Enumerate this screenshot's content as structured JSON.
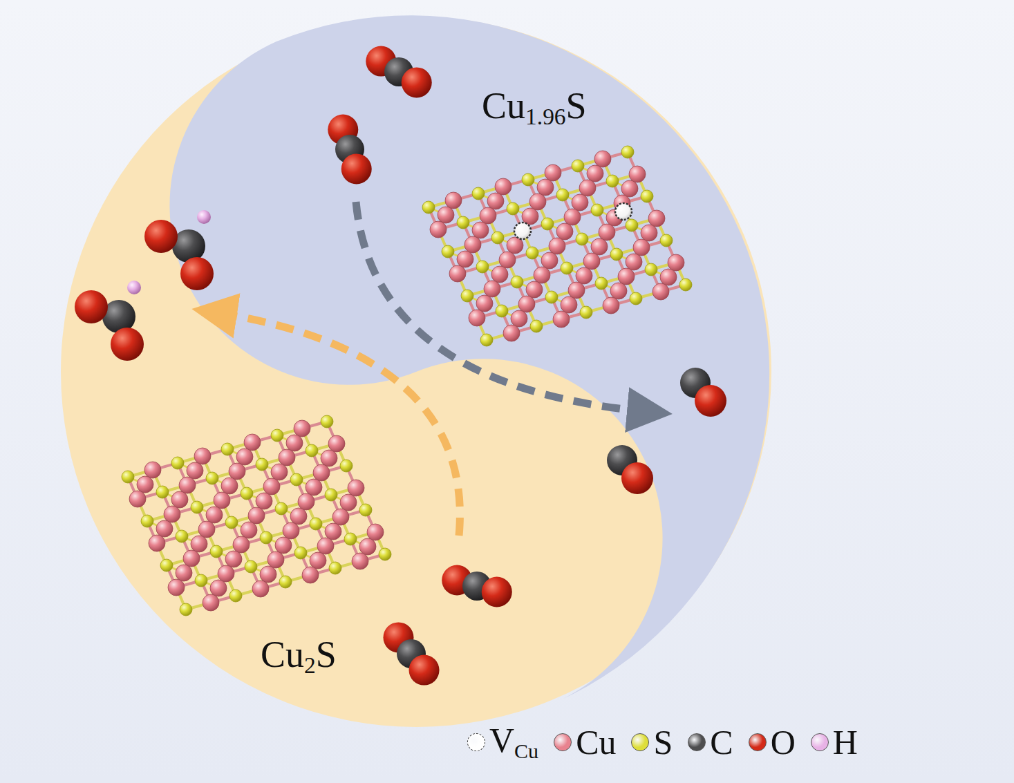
{
  "diagram": {
    "labels": [
      "Cu1.96S",
      "Cu2S"
    ],
    "legend": [
      {
        "text": "VCu",
        "color": "#ffffff"
      },
      {
        "text": "Cu",
        "color": "#e8838f"
      },
      {
        "text": "S",
        "color": "#dede3a"
      },
      {
        "text": "C",
        "color": "#4d4d4f"
      },
      {
        "text": "O",
        "color": "#d42a18"
      },
      {
        "text": "H",
        "color": "#e8b2e6"
      }
    ]
  }
}
